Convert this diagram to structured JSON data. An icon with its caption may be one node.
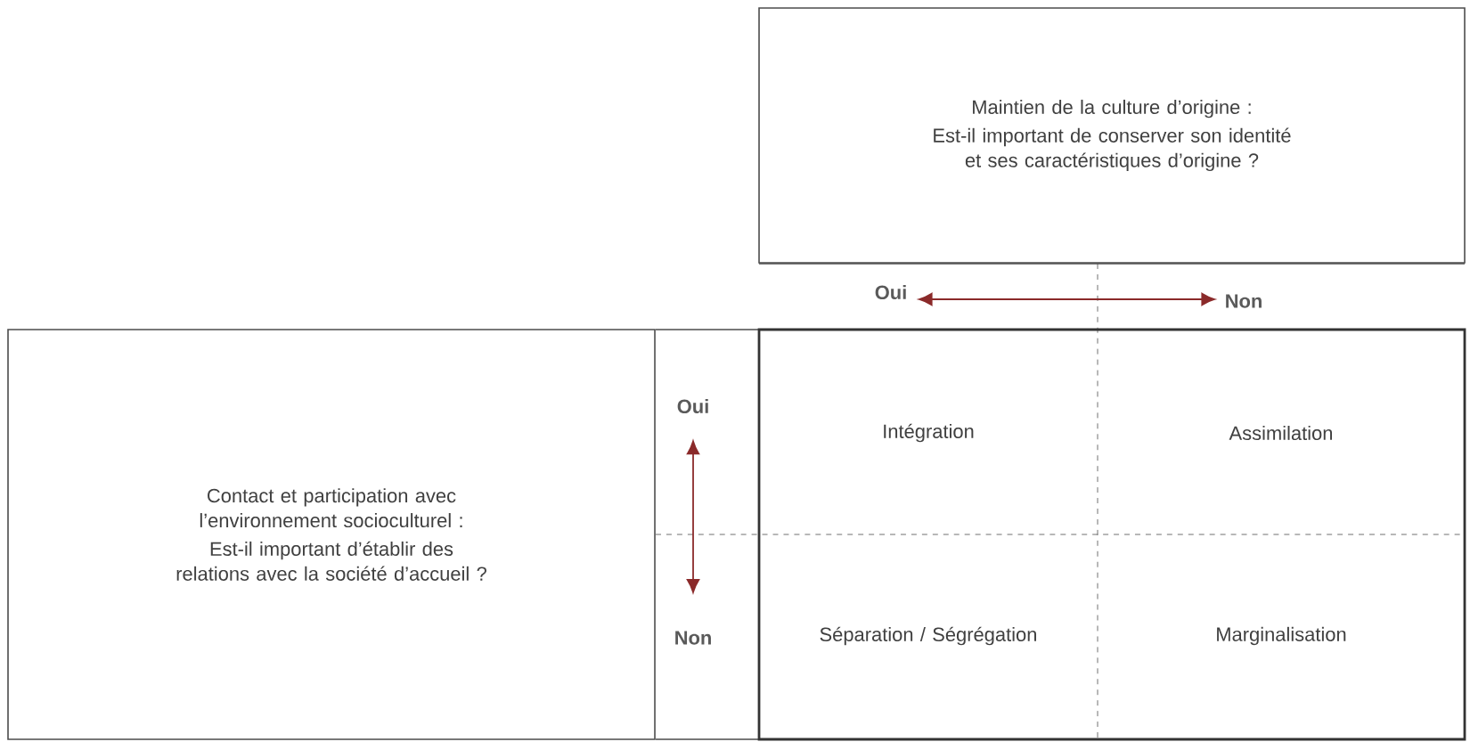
{
  "diagram": {
    "nodes": [
      {
        "text": [
          "Maintien de la culture d’origine :",
          "Est-il important de conserver son identité et ses caractéristiques d’origine ?"
        ]
      },
      {
        "text": [
          "Contact et participation avec l’environnement socioculturel :",
          "Est-il important d’établir des relations avec la société d’accueil ?"
        ]
      },
      {
        "text": [
          "Oui"
        ]
      },
      {
        "text": [
          "Non"
        ]
      },
      {
        "text": [
          "Oui"
        ]
      },
      {
        "text": [
          "Non"
        ]
      },
      {
        "text": [
          "Intégration"
        ]
      },
      {
        "text": [
          "Assimilation"
        ]
      },
      {
        "text": [
          "Séparation / Ségrégation"
        ]
      },
      {
        "text": [
          "Marginalisation"
        ]
      }
    ],
    "edges": [
      {
        "from": 2,
        "to": 3,
        "arrow": "both"
      },
      {
        "from": 4,
        "to": 5,
        "arrow": "both"
      }
    ]
  }
}
